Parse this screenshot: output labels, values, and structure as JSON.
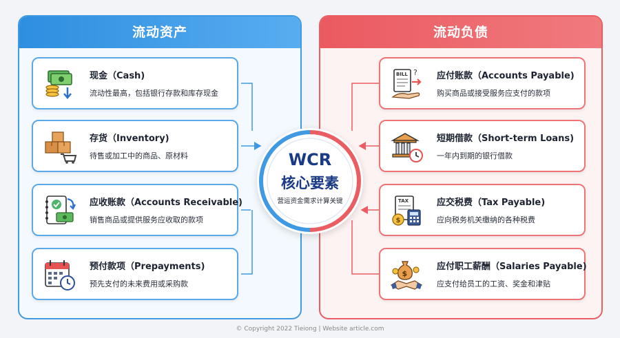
{
  "left_panel": {
    "header": "流动资产",
    "items": [
      {
        "title": "现金（Cash)",
        "desc": "流动性最高，包括银行存款和库存现金",
        "icon": "cash-coins-icon"
      },
      {
        "title": "存货（Inventory)",
        "desc": "待售或加工中的商品、原材料",
        "icon": "inventory-boxes-cart-icon"
      },
      {
        "title": "应收账款（Accounts Receivable)",
        "desc": "销售商品或提供服务应收取的款项",
        "icon": "receivable-document-icon"
      },
      {
        "title": "预付款项（Prepayments)",
        "desc": "预先支付的未来费用或采购款",
        "icon": "calendar-clock-icon"
      }
    ]
  },
  "right_panel": {
    "header": "流动负债",
    "items": [
      {
        "title": "应付账款（Accounts Payable)",
        "desc": "购买商品或接受服务应支付的款项",
        "icon": "bill-hand-icon"
      },
      {
        "title": "短期借款（Short-term Loans)",
        "desc": "一年内到期的银行借款",
        "icon": "bank-clock-icon"
      },
      {
        "title": "应交税费（Tax Payable)",
        "desc": "应向税务机关缴纳的各种税费",
        "icon": "tax-calculator-icon"
      },
      {
        "title": "应付职工薪酬（Salaries Payable)",
        "desc": "应支付给员工的工资、奖金和津贴",
        "icon": "salary-handshake-icon"
      }
    ]
  },
  "center": {
    "title": "WCR",
    "subtitle": "核心要素",
    "caption": "营运资金需求计算关键"
  },
  "footer": "© Copyright 2022 Tieiong | Website article.com",
  "colors": {
    "blue": "#3f9ae3",
    "red": "#ea5d63",
    "navy": "#1b3a86"
  }
}
